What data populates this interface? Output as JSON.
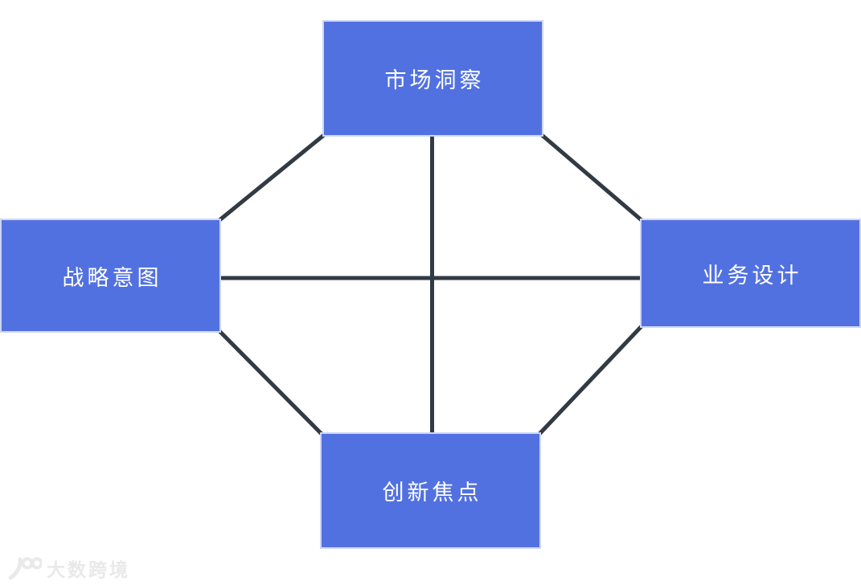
{
  "diagram": {
    "background": "#FFFFFF",
    "colors": {
      "node_fill": "#5271E0",
      "node_border": "#CDD6F5",
      "node_text": "#FFFFFF",
      "edge": "#323A44"
    },
    "nodes": [
      {
        "id": "market-insight",
        "label": "市场洞察"
      },
      {
        "id": "strategic-intent",
        "label": "战略意图"
      },
      {
        "id": "business-design",
        "label": "业务设计"
      },
      {
        "id": "innovation-focus",
        "label": "创新焦点"
      }
    ],
    "edges": [
      {
        "from": "market-insight",
        "to": "innovation-focus"
      },
      {
        "from": "strategic-intent",
        "to": "business-design"
      },
      {
        "from": "market-insight",
        "to": "strategic-intent"
      },
      {
        "from": "market-insight",
        "to": "business-design"
      },
      {
        "from": "strategic-intent",
        "to": "innovation-focus"
      },
      {
        "from": "business-design",
        "to": "innovation-focus"
      }
    ]
  },
  "watermark": {
    "logo": "100",
    "text": "大数跨境",
    "color": "#E9E9E9"
  }
}
